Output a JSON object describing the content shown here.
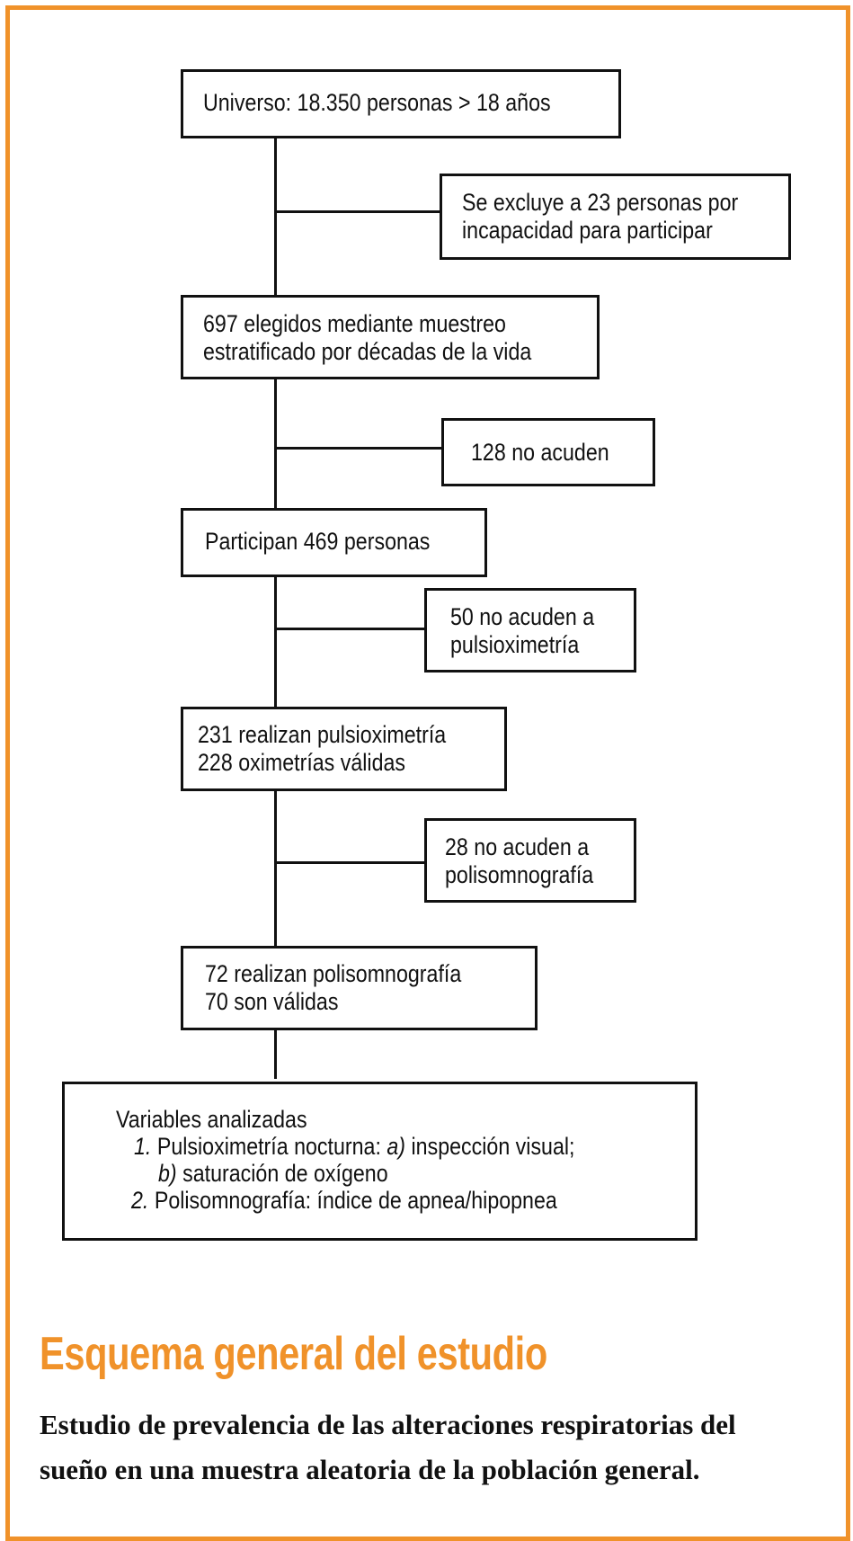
{
  "colors": {
    "accent": "#f0922a",
    "ink": "#111111"
  },
  "flow": {
    "universe": "Universo: 18.350 personas > 18 años",
    "excluded": [
      "Se excluye a 23 personas por",
      "incapacidad para participar"
    ],
    "chosen": [
      "697 elegidos mediante muestreo",
      "estratificado por décadas de la vida"
    ],
    "no_show": "128 no acuden",
    "participants": "Participan 469 personas",
    "no_pulse": [
      "50 no acuden a",
      "pulsioximetría"
    ],
    "pulse_done": [
      "231 realizan pulsioximetría",
      "228 oximetrías válidas"
    ],
    "no_psg": [
      "28 no acuden a",
      "polisomnografía"
    ],
    "psg_done": [
      "72 realizan polisomnografía",
      "70 son válidas"
    ],
    "variables": {
      "heading": "Variables analizadas",
      "item1_num": "1.",
      "item1_text": "Pulsioximetría nocturna:",
      "item1_a": "a)",
      "item1_a_text": "inspección visual;",
      "item1_b": "b)",
      "item1_b_text": "saturación de oxígeno",
      "item2_num": "2.",
      "item2_text": "Polisomnografía: índice de apnea/hipopnea"
    }
  },
  "caption": {
    "title": "Esquema general del estudio",
    "desc_lines": [
      "Estudio de prevalencia de las alteraciones respiratorias del",
      "sueño en una muestra aleatoria de la población general."
    ]
  }
}
